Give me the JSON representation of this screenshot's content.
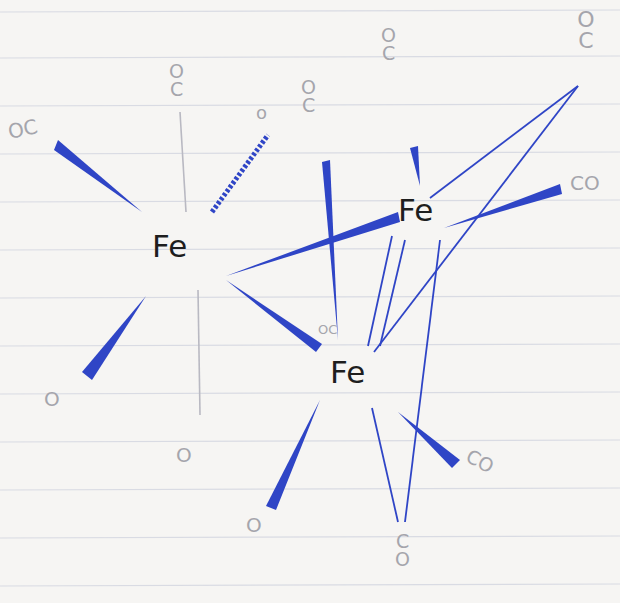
{
  "diagram": {
    "labels": [
      "Fe",
      "Fe",
      "Fe",
      "OC",
      "O C",
      "o",
      "O",
      "O",
      "O C",
      "O C",
      "O C",
      "CO",
      "OC",
      "O",
      "C O",
      "CO"
    ]
  }
}
